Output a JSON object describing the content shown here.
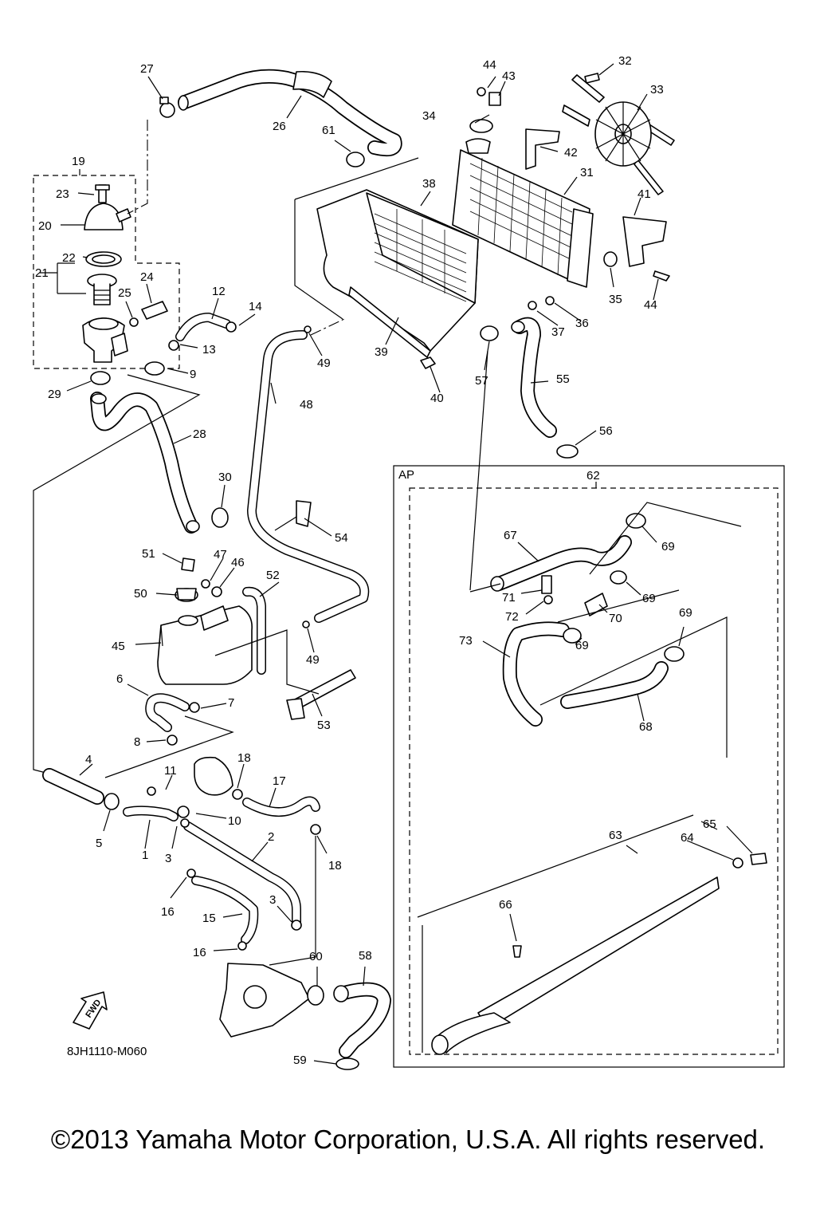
{
  "diagram": {
    "drawing_code": "8JH1110-M060",
    "fwd_label": "FWD",
    "ap_label": "AP",
    "callouts": {
      "c1": "1",
      "c2": "2",
      "c3a": "3",
      "c3b": "3",
      "c4": "4",
      "c5": "5",
      "c6": "6",
      "c7": "7",
      "c8": "8",
      "c9": "9",
      "c10": "10",
      "c11": "11",
      "c12": "12",
      "c13": "13",
      "c14": "14",
      "c15": "15",
      "c16a": "16",
      "c16b": "16",
      "c17": "17",
      "c18a": "18",
      "c18b": "18",
      "c19": "19",
      "c20": "20",
      "c21": "21",
      "c22": "22",
      "c23": "23",
      "c24": "24",
      "c25": "25",
      "c26": "26",
      "c27": "27",
      "c28": "28",
      "c29": "29",
      "c30": "30",
      "c31": "31",
      "c32": "32",
      "c33": "33",
      "c34": "34",
      "c35": "35",
      "c36": "36",
      "c37": "37",
      "c38": "38",
      "c39": "39",
      "c40": "40",
      "c41": "41",
      "c42": "42",
      "c43": "43",
      "c44a": "44",
      "c44b": "44",
      "c45": "45",
      "c46": "46",
      "c47": "47",
      "c48": "48",
      "c49a": "49",
      "c49b": "49",
      "c50": "50",
      "c51": "51",
      "c52": "52",
      "c53": "53",
      "c54": "54",
      "c55": "55",
      "c56": "56",
      "c57": "57",
      "c58": "58",
      "c59": "59",
      "c60": "60",
      "c61": "61",
      "c62": "62",
      "c63": "63",
      "c64": "64",
      "c65": "65",
      "c66": "66",
      "c67": "67",
      "c68": "68",
      "c69a": "69",
      "c69b": "69",
      "c69c": "69",
      "c69d": "69",
      "c70": "70",
      "c71": "71",
      "c72": "72",
      "c73": "73"
    }
  },
  "footer": {
    "copyright": "©2013 Yamaha Motor Corporation, U.S.A. All rights reserved."
  }
}
